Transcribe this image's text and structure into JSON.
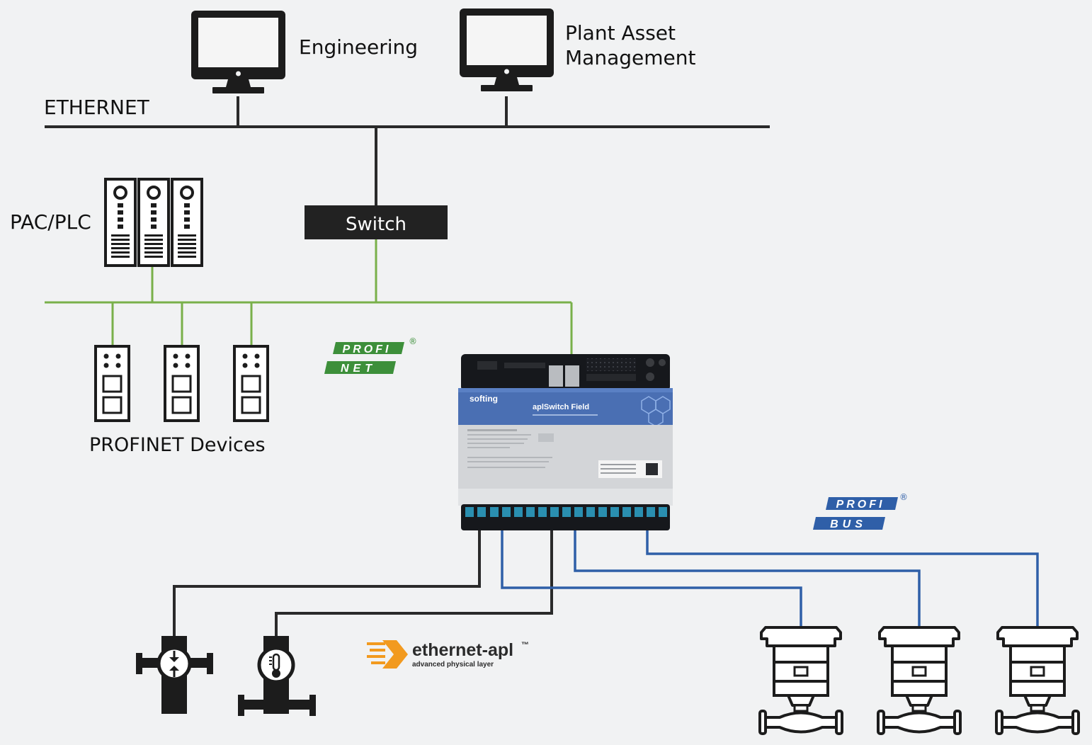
{
  "network": {
    "ethernet_label": "ETHERNET",
    "switch_label": "Switch",
    "pac_plc_label": "PAC/PLC",
    "profinet_devices_label": "PROFINET Devices"
  },
  "workstations": [
    {
      "label_lines": [
        "Engineering"
      ]
    },
    {
      "label_lines": [
        "Plant Asset",
        "Management"
      ]
    }
  ],
  "device": {
    "brand": "softing",
    "model": "aplSwitch Field"
  },
  "logos": {
    "profinet": {
      "top": "PROFI",
      "bottom": "NET",
      "mark": "®"
    },
    "profibus": {
      "top": "PROFI",
      "bottom": "BUS",
      "mark": "®"
    },
    "ethernet_apl": {
      "title": "ethernet-apl",
      "tm": "™",
      "subtitle": "advanced physical layer"
    }
  },
  "colors": {
    "ethernet_line": "#2a2a2a",
    "profinet_line": "#79b04a",
    "profibus_line": "#2f5fa8",
    "apl_line": "#2a2a2a",
    "profinet_logo": "#3d8f3a",
    "profibus_logo": "#2f5fa8",
    "apl_logo_accent": "#f29a1f",
    "switch_box": "#222222"
  }
}
